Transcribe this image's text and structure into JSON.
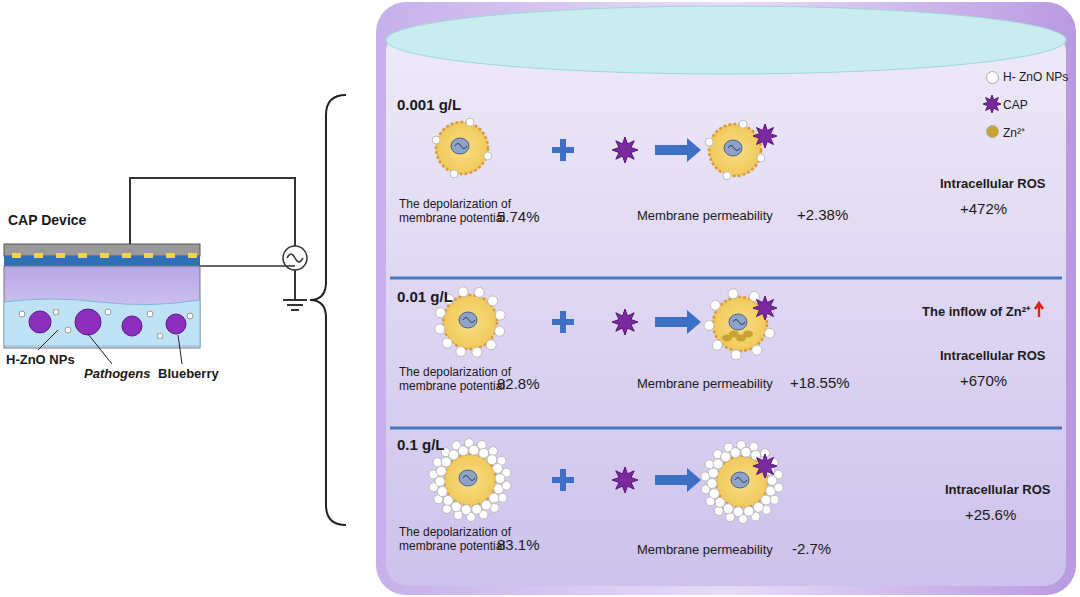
{
  "diagram": {
    "nodes": [
      {
        "text": [
          "0.001 g/L",
          "The depolarization of membrane potential",
          "5.74%",
          "Membrane permeability",
          "+2.38%",
          "Intracellular ROS",
          "+472%"
        ]
      },
      {
        "text": [
          "0.01 g/L",
          "The depolarization of membrane potential",
          "82.8%",
          "Membrane permeability",
          "+18.55%",
          "The inflow of Zn²⁺",
          "Intracellular ROS",
          "+670%"
        ]
      },
      {
        "text": [
          "0.1 g/L",
          "The depolarization of membrane potential",
          "83.1%",
          "Membrane permeability",
          "-2.7%",
          "Intracellular ROS",
          "+25.6%"
        ]
      }
    ],
    "labels": [
      "CAP Device",
      "H-ZnO NPs",
      "Pathogens",
      "Blueberry"
    ],
    "legend": [
      {
        "text": "H- ZnO NPs",
        "color": "#ffffff"
      },
      {
        "text": "CAP"
      },
      {
        "text": "Zn²⁺",
        "color": "#c9a232"
      }
    ]
  }
}
